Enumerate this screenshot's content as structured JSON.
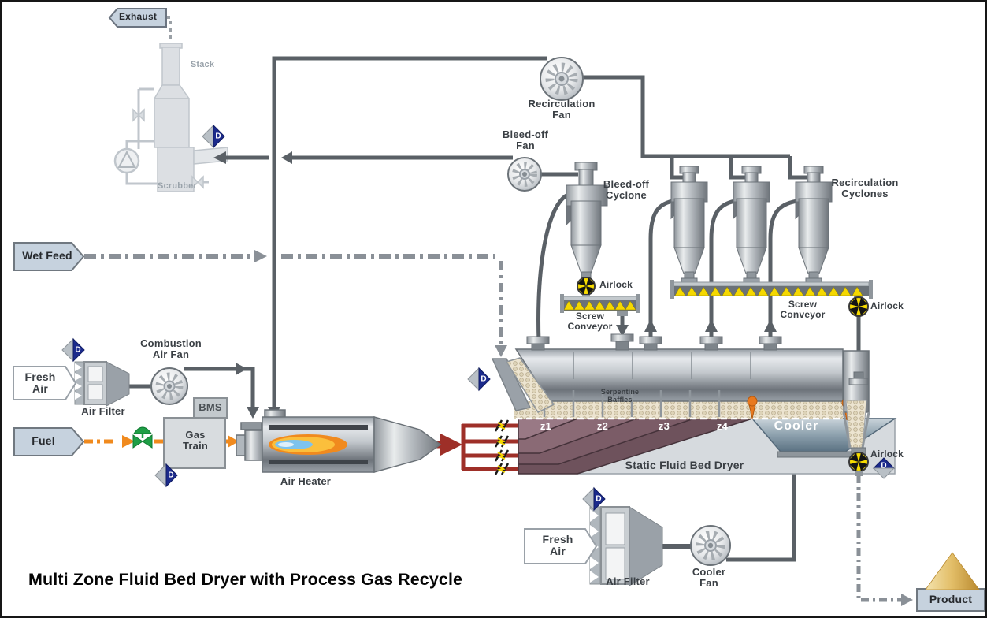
{
  "title": "Multi Zone Fluid Bed Dryer with Process Gas Recycle",
  "labels": {
    "exhaust": "Exhaust",
    "stack": "Stack",
    "scrubber": "Scrubber",
    "recirculation_fan": "Recirculation\nFan",
    "bleed_off_fan": "Bleed-off\nFan",
    "bleed_off_cyclone": "Bleed-off\nCyclone",
    "recirculation_cyclones": "Recirculation\nCyclones",
    "airlock_bleed": "Airlock",
    "screw_conveyor_left": "Screw\nConveyor",
    "screw_conveyor_right": "Screw\nConveyor",
    "airlock_recycle": "Airlock",
    "airlock_product": "Airlock",
    "wet_feed": "Wet Feed",
    "fresh_air_combustion": "Fresh\nAir",
    "air_filter_combustion": "Air Filter",
    "combustion_air_fan": "Combustion\nAir Fan",
    "fuel": "Fuel",
    "bms": "BMS",
    "gas_train": "Gas\nTrain",
    "air_heater": "Air Heater",
    "serpentine_baffles": "Serpentine\nBaffles",
    "cooler": "Cooler",
    "static_fluid_bed_dryer": "Static Fluid Bed Dryer",
    "fresh_air_cooler": "Fresh\nAir",
    "air_filter_cooler": "Air Filter",
    "cooler_fan": "Cooler\nFan",
    "product": "Product"
  },
  "zones": [
    "z1",
    "z2",
    "z3",
    "z4"
  ],
  "instrument_letter": "D",
  "colors": {
    "duct_gray": "#5a6066",
    "fuel_orange": "#f08a1e",
    "hot_gas_red": "#9e2f28",
    "airlock_yellow": "#f8dc00",
    "zone_maroon": "#7b5c67",
    "cooler_blue": "#8aa0af",
    "tag_fill": "#c6d2de",
    "instrument_navy": "#1b2a8c",
    "bed_beige": "#ece4d0",
    "probe_orange": "#e8791f",
    "pyramid_gold": "#dcb254",
    "ghost_gray": "#c3c9cf"
  }
}
